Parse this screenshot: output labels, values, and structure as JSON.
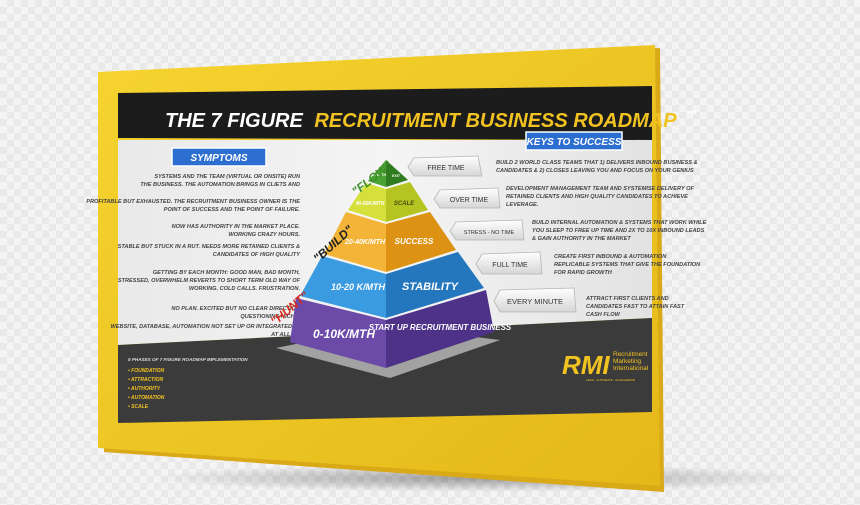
{
  "title": {
    "prefix": "THE 7 FIGURE",
    "highlight": "RECRUITMENT BUSINESS ROADMAP",
    "tm": "™"
  },
  "symptoms": {
    "heading": "SYMPTOMS",
    "items": [
      [
        "SYSTEMS AND THE TEAM (VIRTUAL OR ONSITE) RUN",
        "THE BUSINESS. THE AUTOMATION BRINGS IN CLIETS AND"
      ],
      [
        "PROFITABLE BUT EXHAUSTED. THE RECRUITMENT BUSINESS OWNER IS THE",
        "POINT OF SUCCESS AND THE POINT OF FAILURE."
      ],
      [
        "NOW HAS AUTHORITY IN THE MARKET PLACE.",
        "WORKING CRAZY HOURS."
      ],
      [
        "STABLE BUT STUCK IN A RUT.  NEEDS MORE RETAINED CLIENTS  &",
        "CANDIDATES  OF HIGH QUALITY"
      ],
      [
        "GETTING BY EACH MONTH: GOOD  MAN, BAD MONTH,",
        "STRESSED, OVERWHELM REVERTS TO SHORT TERM OLD WAY OF",
        "WORKING. COLD CALLS. FRUSTRATION."
      ],
      [
        "NO PLAN. EXCITED BUT NO CLEAR DIRECTION",
        "QUESTIONING NICHE."
      ],
      [
        "WEBSITE, DATABASE, AUTOMATION  NOT SET UP OR INTEGRATED",
        "AT ALL."
      ]
    ]
  },
  "keys": {
    "heading": "KEYS TO SUCCESS",
    "items": [
      [
        "BUILD 2 WORLD CLASS TEAMS  THAT 1) DELIVERS INBOUND BUSINESS &",
        "CANDIDATES & 2) CLOSES LEAVING YOU AND FOCUS ON YOUR GENIUS"
      ],
      [
        "DEVELOPMENT MANAGEMENT TEAM AND SYSTEMISE DELIVERY OF",
        "RETAINED CLIENTS AND HIGH QUALITY CANDIDATES TO ACHIEVE",
        "LEVERAGE."
      ],
      [
        "BUILD INTERNAL AUTOMATION & SYSTEMS THAT WORK WHILE",
        "YOU SLEEP TO FREE UP TIME AND 2X TO 10X INBOUND LEADS",
        "& GAIN AUTHORITY IN THE MARKET"
      ],
      [
        "CREATE FIRST INBOUND & AUTOMATION",
        "REPLICABLE SYSTEMS THAT GIVE THE FOUNDATION",
        "FOR RAPID GROWTH"
      ],
      [
        "ATTRACT FIRST CLIENTS AND",
        "CANDIDATES FAST TO ATTAIN FAST",
        "CASH FLOW"
      ]
    ]
  },
  "pyramid": {
    "levels": [
      {
        "left": "TURN WITH",
        "right": "EXIT",
        "color": "#3e8f2a"
      },
      {
        "left": "40-60K/MTH",
        "right": "SCALE",
        "color": "#c9d62d"
      },
      {
        "left": "20-40K/MTH",
        "right": "SUCCESS",
        "color": "#f0a824"
      },
      {
        "left": "10-20 K/MTH",
        "right": "STABILITY",
        "color": "#2e8fd6"
      },
      {
        "left": "0-10K/MTH",
        "right": "START UP RECRUITMENT BUSINESS",
        "color": "#5a3c93"
      }
    ],
    "stages": [
      "\"FLOW\"",
      "\"BUILD\"",
      "\"HUNT\""
    ],
    "time_tags": [
      "FREE TIME",
      "OVER TIME",
      "STRESS - NO TIME",
      "FULL TIME",
      "EVERY MINUTE"
    ]
  },
  "phases": {
    "heading": "5 PHASES OF 7 FIGURE ROADMAP IMPLEMENTATION",
    "items": [
      "FOUNDATION",
      "ATTRACTION",
      "AUTHORITY",
      "AUTOMATION",
      "SCALE"
    ]
  },
  "logo": {
    "mark": "RMI",
    "line1": "Recruitment",
    "line2": "Marketing",
    "line3": "International",
    "tagline": "LEAD  ·  AUTOMATE  ·  ACCELERATE"
  },
  "colors": {
    "cover_yellow": "#f3cc1e",
    "title_bar": "#1c1c1c",
    "title_yellow": "#f2c320",
    "label_blue": "#2d6fd0",
    "bottom_panel": "#3b3b3b"
  }
}
